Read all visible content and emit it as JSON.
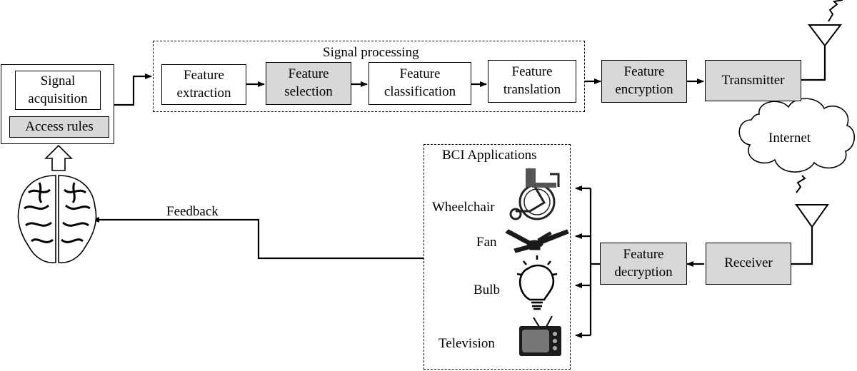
{
  "diagram": {
    "signal_processing_title": "Signal processing",
    "acquisition": {
      "signal_acquisition": "Signal\nacquisition",
      "access_rules": "Access rules"
    },
    "processing_steps": {
      "feature_extraction": "Feature\nextraction",
      "feature_selection": "Feature\nselection",
      "feature_classification": "Feature\nclassification",
      "feature_translation": "Feature\ntranslation"
    },
    "feature_encryption": "Feature\nencryption",
    "transmitter": "Transmitter",
    "internet": "Internet",
    "receiver": "Receiver",
    "feature_decryption": "Feature\ndecryption",
    "feedback": "Feedback",
    "applications": {
      "title": "BCI Applications",
      "wheelchair": "Wheelchair",
      "fan": "Fan",
      "bulb": "Bulb",
      "television": "Television"
    },
    "colors": {
      "highlight_box": "#d8d8d8",
      "line": "#000000"
    },
    "icons": [
      "brain-icon",
      "wheelchair-icon",
      "fan-icon",
      "bulb-icon",
      "television-icon",
      "antenna-icon",
      "cloud-icon"
    ]
  }
}
